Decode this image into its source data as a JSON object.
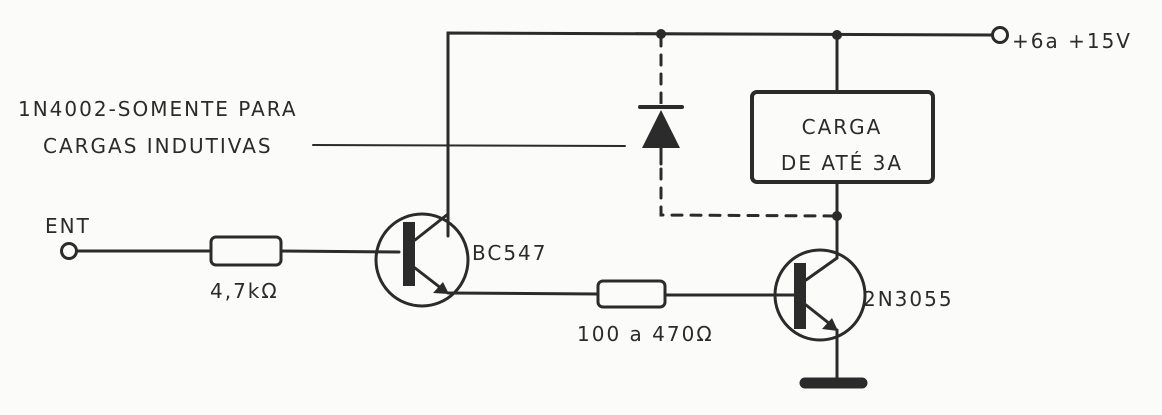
{
  "labels": {
    "diode_note_line1": "1N4002-SOMENTE PARA",
    "diode_note_line2": "CARGAS INDUTIVAS",
    "input": "ENT",
    "r1": "4,7kΩ",
    "q1": "BC547",
    "r2": "100 a 470Ω",
    "q2": "2N3055",
    "supply": "+6a +15V",
    "load_line1": "CARGA",
    "load_line2": "DE ATÉ 3A"
  },
  "colors": {
    "ink": "#2b2b2b",
    "paper": "#fbfbf9"
  }
}
